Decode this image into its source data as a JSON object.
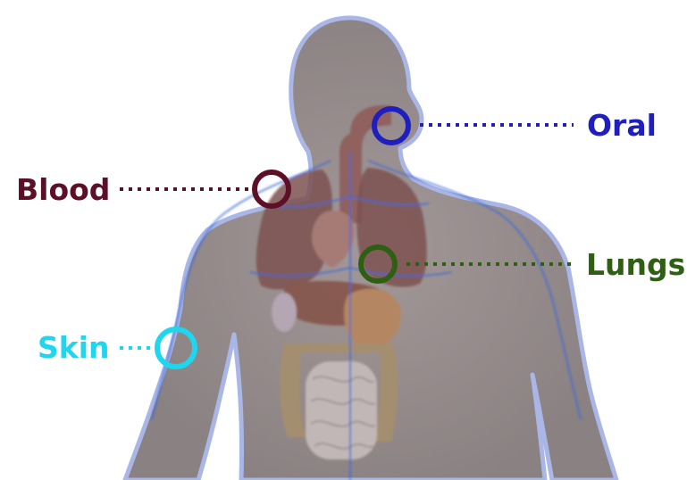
{
  "labels": {
    "oral": "Oral",
    "blood": "Blood",
    "lungs": "Lungs",
    "skin": "Skin"
  },
  "colors": {
    "oral": "#1f1fbf",
    "blood": "#5c0f26",
    "lungs": "#2f5f12",
    "skin": "#1fd6ef",
    "body": "#8f8687",
    "body_outline": "#a9b6e6",
    "organs": "#8a5a52",
    "intestine": "#a48e6f",
    "vessels": "#3f68d8"
  }
}
